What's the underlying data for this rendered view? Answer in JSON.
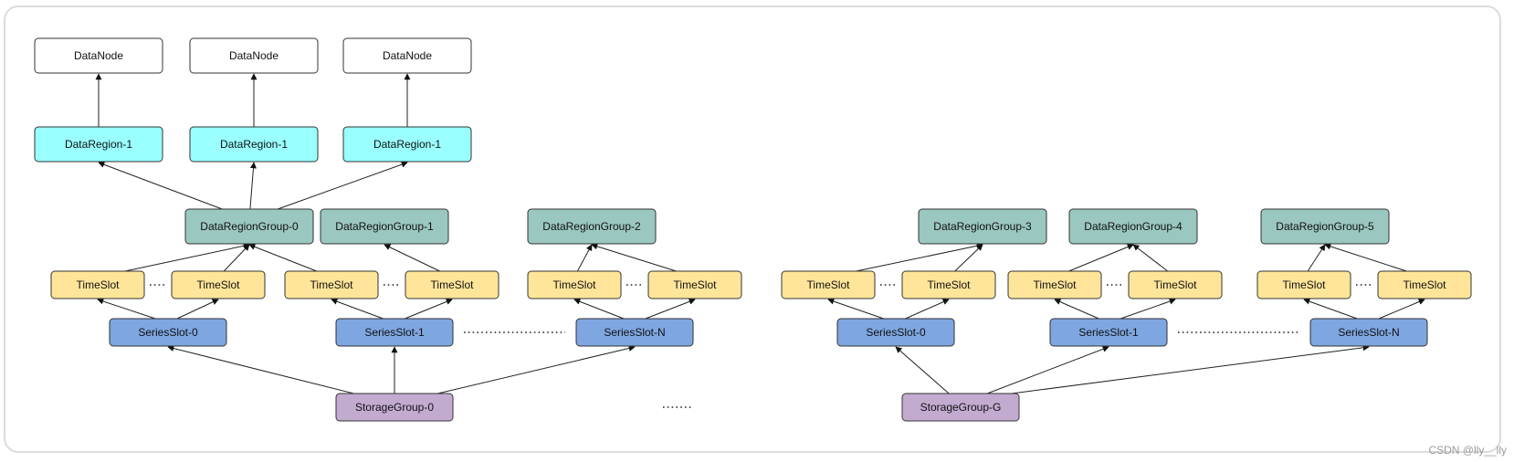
{
  "watermark": "CSDN @lly__lly",
  "colors": {
    "datanode": "#ffffff",
    "dataregion": "#99ffff",
    "dataregiongroup": "#9ac7bf",
    "timeslot": "#ffe599",
    "seriesslot": "#7ea6e0",
    "storagegroup": "#c3abd0",
    "border": "#333333"
  },
  "nodes": {
    "dn1": {
      "label": "DataNode",
      "kind": "datanode"
    },
    "dn2": {
      "label": "DataNode",
      "kind": "datanode"
    },
    "dn3": {
      "label": "DataNode",
      "kind": "datanode"
    },
    "dr1": {
      "label": "DataRegion-1",
      "kind": "dataregion"
    },
    "dr2": {
      "label": "DataRegion-1",
      "kind": "dataregion"
    },
    "dr3": {
      "label": "DataRegion-1",
      "kind": "dataregion"
    },
    "drg0": {
      "label": "DataRegionGroup-0",
      "kind": "dataregiongroup"
    },
    "drg1": {
      "label": "DataRegionGroup-1",
      "kind": "dataregiongroup"
    },
    "drg2": {
      "label": "DataRegionGroup-2",
      "kind": "dataregiongroup"
    },
    "drg3": {
      "label": "DataRegionGroup-3",
      "kind": "dataregiongroup"
    },
    "drg4": {
      "label": "DataRegionGroup-4",
      "kind": "dataregiongroup"
    },
    "drg5": {
      "label": "DataRegionGroup-5",
      "kind": "dataregiongroup"
    },
    "ts1": {
      "label": "TimeSlot",
      "kind": "timeslot"
    },
    "ts2": {
      "label": "TimeSlot",
      "kind": "timeslot"
    },
    "ts3": {
      "label": "TimeSlot",
      "kind": "timeslot"
    },
    "ts4": {
      "label": "TimeSlot",
      "kind": "timeslot"
    },
    "ts5": {
      "label": "TimeSlot",
      "kind": "timeslot"
    },
    "ts6": {
      "label": "TimeSlot",
      "kind": "timeslot"
    },
    "ts7": {
      "label": "TimeSlot",
      "kind": "timeslot"
    },
    "ts8": {
      "label": "TimeSlot",
      "kind": "timeslot"
    },
    "ts9": {
      "label": "TimeSlot",
      "kind": "timeslot"
    },
    "ts10": {
      "label": "TimeSlot",
      "kind": "timeslot"
    },
    "ts11": {
      "label": "TimeSlot",
      "kind": "timeslot"
    },
    "ts12": {
      "label": "TimeSlot",
      "kind": "timeslot"
    },
    "ss1": {
      "label": "SeriesSlot-0",
      "kind": "seriesslot"
    },
    "ss2": {
      "label": "SeriesSlot-1",
      "kind": "seriesslot"
    },
    "ss3": {
      "label": "SeriesSlot-N",
      "kind": "seriesslot"
    },
    "ss4": {
      "label": "SeriesSlot-0",
      "kind": "seriesslot"
    },
    "ss5": {
      "label": "SeriesSlot-1",
      "kind": "seriesslot"
    },
    "ss6": {
      "label": "SeriesSlot-N",
      "kind": "seriesslot"
    },
    "sg0": {
      "label": "StorageGroup-0",
      "kind": "storagegroup"
    },
    "sgG": {
      "label": "StorageGroup-G",
      "kind": "storagegroup"
    }
  },
  "edges": [
    [
      "dr1",
      "dn1"
    ],
    [
      "dr2",
      "dn2"
    ],
    [
      "dr3",
      "dn3"
    ],
    [
      "drg0",
      "dr1"
    ],
    [
      "drg0",
      "dr2"
    ],
    [
      "drg0",
      "dr3"
    ],
    [
      "ts1",
      "drg0"
    ],
    [
      "ts2",
      "drg0"
    ],
    [
      "ts3",
      "drg0"
    ],
    [
      "ts4",
      "drg1"
    ],
    [
      "ts5",
      "drg2"
    ],
    [
      "ts6",
      "drg2"
    ],
    [
      "ts7",
      "drg3"
    ],
    [
      "ts8",
      "drg3"
    ],
    [
      "ts9",
      "drg4"
    ],
    [
      "ts10",
      "drg4"
    ],
    [
      "ts11",
      "drg5"
    ],
    [
      "ts12",
      "drg5"
    ],
    [
      "ss1",
      "ts1"
    ],
    [
      "ss1",
      "ts2"
    ],
    [
      "ss2",
      "ts3"
    ],
    [
      "ss2",
      "ts4"
    ],
    [
      "ss3",
      "ts5"
    ],
    [
      "ss3",
      "ts6"
    ],
    [
      "ss4",
      "ts7"
    ],
    [
      "ss4",
      "ts8"
    ],
    [
      "ss5",
      "ts9"
    ],
    [
      "ss5",
      "ts10"
    ],
    [
      "ss6",
      "ts11"
    ],
    [
      "ss6",
      "ts12"
    ],
    [
      "sg0",
      "ss1"
    ],
    [
      "sg0",
      "ss2"
    ],
    [
      "sg0",
      "ss3"
    ],
    [
      "sgG",
      "ss4"
    ],
    [
      "sgG",
      "ss5"
    ],
    [
      "sgG",
      "ss6"
    ]
  ],
  "ellipses": [
    [
      "ts1",
      "ts2"
    ],
    [
      "ts3",
      "ts4"
    ],
    [
      "ts5",
      "ts6"
    ],
    [
      "ts7",
      "ts8"
    ],
    [
      "ts9",
      "ts10"
    ],
    [
      "ts11",
      "ts12"
    ],
    [
      "ss2",
      "ss3"
    ],
    [
      "ss5",
      "ss6"
    ],
    [
      "sg0",
      "sgG"
    ]
  ]
}
